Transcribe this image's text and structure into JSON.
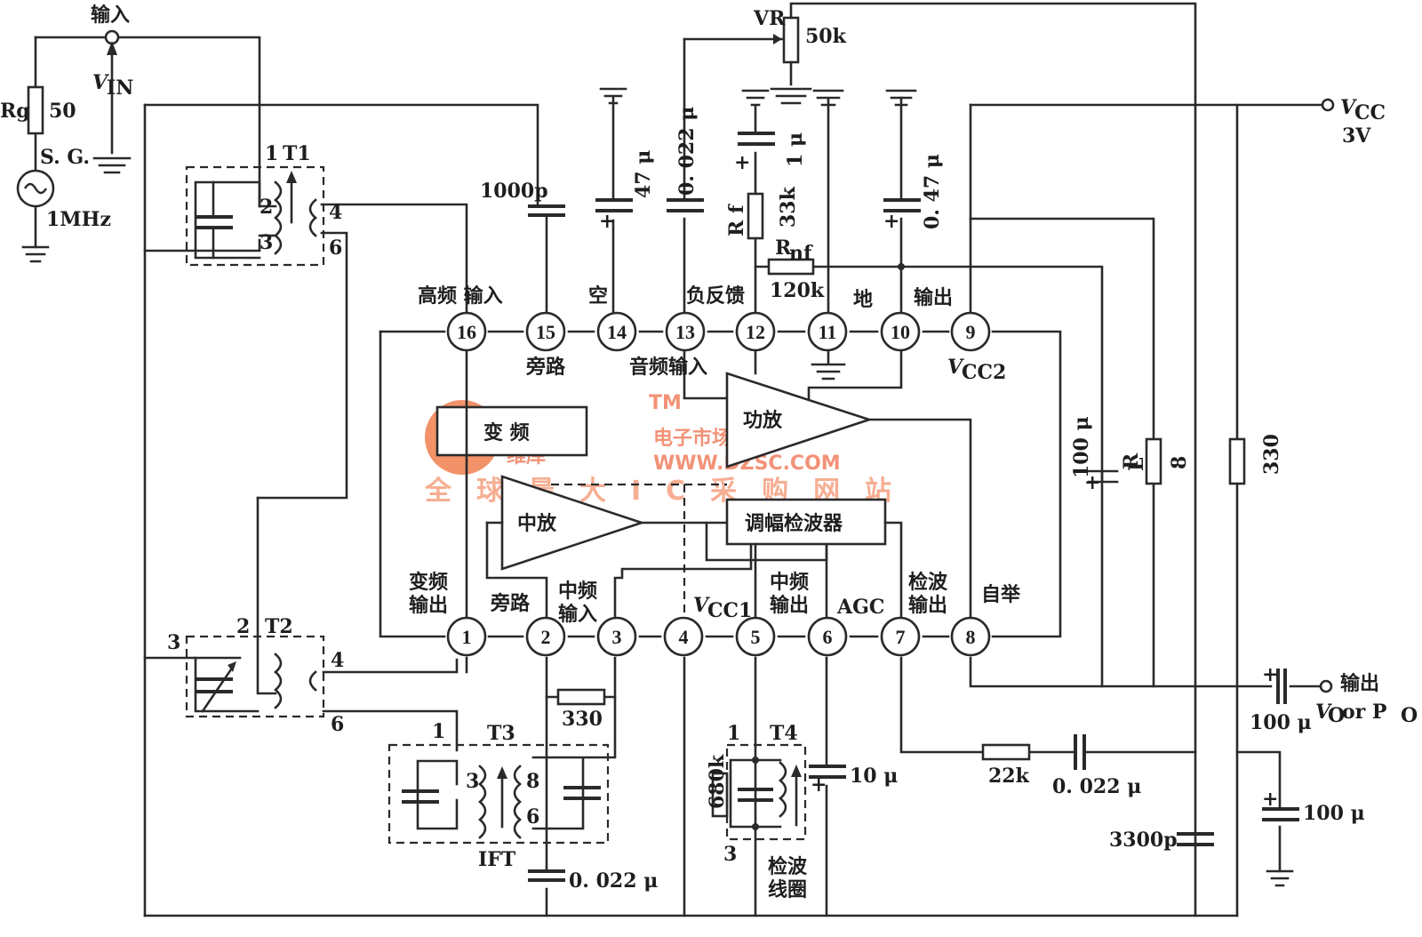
{
  "title_input": "输入",
  "vin": "V",
  "vin_sub": "IN",
  "rg": "Rg",
  "rg_value": "50",
  "sg": "S. G.",
  "sg_freq": "1MHz",
  "vr": "VR",
  "vr_value": "50k",
  "vcc": "V",
  "vcc_sub": "CC",
  "vcc_value": "3V",
  "t1": "T1",
  "t2": "T2",
  "t3": "T3",
  "t4": "T4",
  "ift": "IFT",
  "coil": "检波\n线圈",
  "caps": {
    "c1000p": "1000p",
    "c47u": "47 μ",
    "c0022a": "0. 022 μ",
    "c1u": "1 μ",
    "c047u": "0. 47 μ",
    "c100u_a": "100 μ",
    "c10u": "10 μ",
    "c0022b": "0. 022 μ",
    "c0022c": "0. 022 μ",
    "c3300p": "3300p",
    "c100u_b": "100 μ",
    "c100u_c": "100 μ"
  },
  "res": {
    "rf": "R f",
    "rf_value": "33k",
    "rnf": "R",
    "rnf_sub": "nf",
    "rnf_value": "120k",
    "rl": "R",
    "rl_sub": "L",
    "rl_value": "8",
    "r330a": "330",
    "r330b": "330",
    "r22k": "22k",
    "r680k": "680k"
  },
  "top_pin_labels": {
    "p16": "高频 输入",
    "p15": "旁路",
    "p14": "空",
    "p13": "负反馈",
    "p11": "地",
    "p10": "输出",
    "p9": "V",
    "p9_sub": "CC2",
    "audio_in": "音频输入"
  },
  "bottom_pin_labels": {
    "p1": "变频\n输出",
    "p2": "旁路",
    "p3": "中频\n输入",
    "p4": "V",
    "p4_sub": "CC1",
    "p5": "中频\n输出",
    "p6": "AGC",
    "p7": "检波\n输出",
    "p8": "自举"
  },
  "blocks": {
    "mixer": "变 频",
    "if_amp": "中放",
    "am_detector": "调幅检波器",
    "power_amp": "功放"
  },
  "output": "输出",
  "output_sub": "V",
  "output_sub2": "O",
  "output_or": "or P",
  "output_or_sub": "O",
  "pins_top": [
    "16",
    "15",
    "14",
    "13",
    "12",
    "11",
    "10",
    "9"
  ],
  "pins_bottom": [
    "1",
    "2",
    "3",
    "4",
    "5",
    "6",
    "7",
    "8"
  ],
  "coil_pins": {
    "t1_1": "1",
    "t1_2": "2",
    "t1_3": "3",
    "t1_4": "4",
    "t1_6": "6",
    "t2_2": "2",
    "t2_3": "3",
    "t2_4": "4",
    "t2_6": "6",
    "t3_1": "1",
    "t3_3": "3",
    "t3_8": "8",
    "t3_6": "6",
    "t4_1": "1",
    "t4_3": "3"
  },
  "watermark": {
    "brand": "维库",
    "brand2": "电子市场网",
    "tm": "TM",
    "url": "WWW.DZSC.COM",
    "slogan": "全球最大IC采购网站"
  }
}
